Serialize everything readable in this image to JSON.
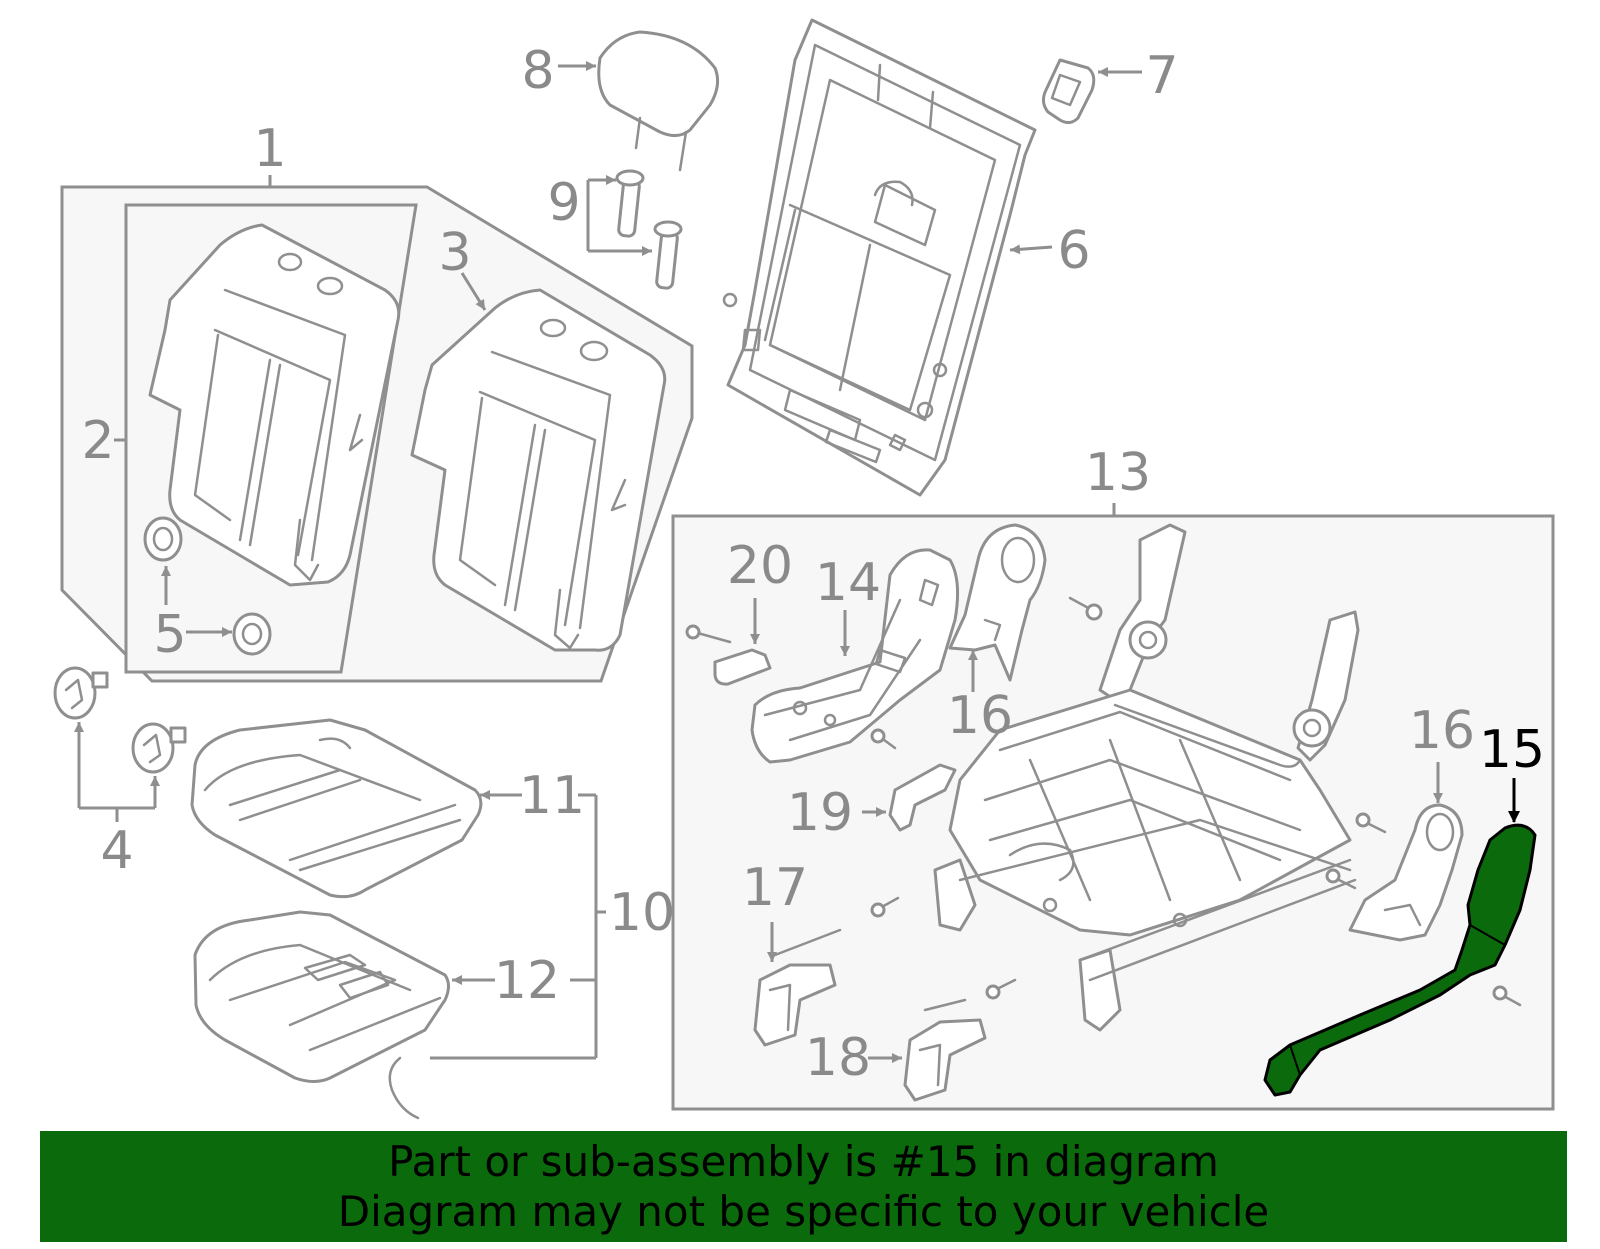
{
  "callouts": {
    "c1": "1",
    "c2": "2",
    "c3": "3",
    "c4": "4",
    "c5": "5",
    "c6": "6",
    "c7": "7",
    "c8": "8",
    "c9": "9",
    "c10": "10",
    "c11": "11",
    "c12": "12",
    "c13": "13",
    "c14": "14",
    "c15": "15",
    "c16a": "16",
    "c16b": "16",
    "c17": "17",
    "c18": "18",
    "c19": "19",
    "c20": "20"
  },
  "highlight_color": "#0b6a0b",
  "banner": {
    "line1": "Part or sub-assembly is #15 in diagram",
    "line2": "Diagram may not be specific to your vehicle"
  }
}
